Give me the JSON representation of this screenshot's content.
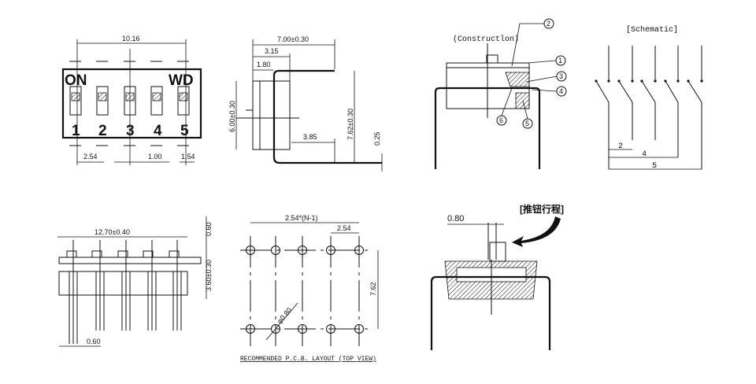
{
  "top_view": {
    "width_dim": "10.16",
    "on_label": "ON",
    "brand_label": "WD",
    "switch_numbers": [
      "1",
      "2",
      "3",
      "4",
      "5"
    ],
    "pitch_dim": "2.54",
    "gap_dim": "1.00",
    "edge_dim": "1.54"
  },
  "side_view": {
    "length_dim": "7.00±0.30",
    "dim_315": "3.15",
    "dim_180": "1.80",
    "height_dim": "6.00±0.30",
    "row_spacing_dim": "7.62±0.30",
    "dim_385": "3.85",
    "thickness_dim": "0.25"
  },
  "construction": {
    "title": "(Constructlon)",
    "callouts": [
      "1",
      "2",
      "3",
      "4",
      "5",
      "6"
    ]
  },
  "schematic": {
    "title": "[Schematic]",
    "dims": [
      "2",
      "4",
      "5"
    ]
  },
  "front_view": {
    "length_dim": "12.70±0.40",
    "top_dim": "0.60",
    "height_dim": "3.60±0.30",
    "pin_width_dim": "0.60"
  },
  "pcb_layout": {
    "span_dim": "2.54*(N-1)",
    "pitch_dim": "2.54",
    "row_dim": "7.62",
    "hole_dim": "φ0.80",
    "caption": "RECOMMENDED P.C.B. LAYOUT (TOP VIEW)"
  },
  "section_view": {
    "actuator_dim": "0.80",
    "travel_label": "[推钮行程]"
  }
}
